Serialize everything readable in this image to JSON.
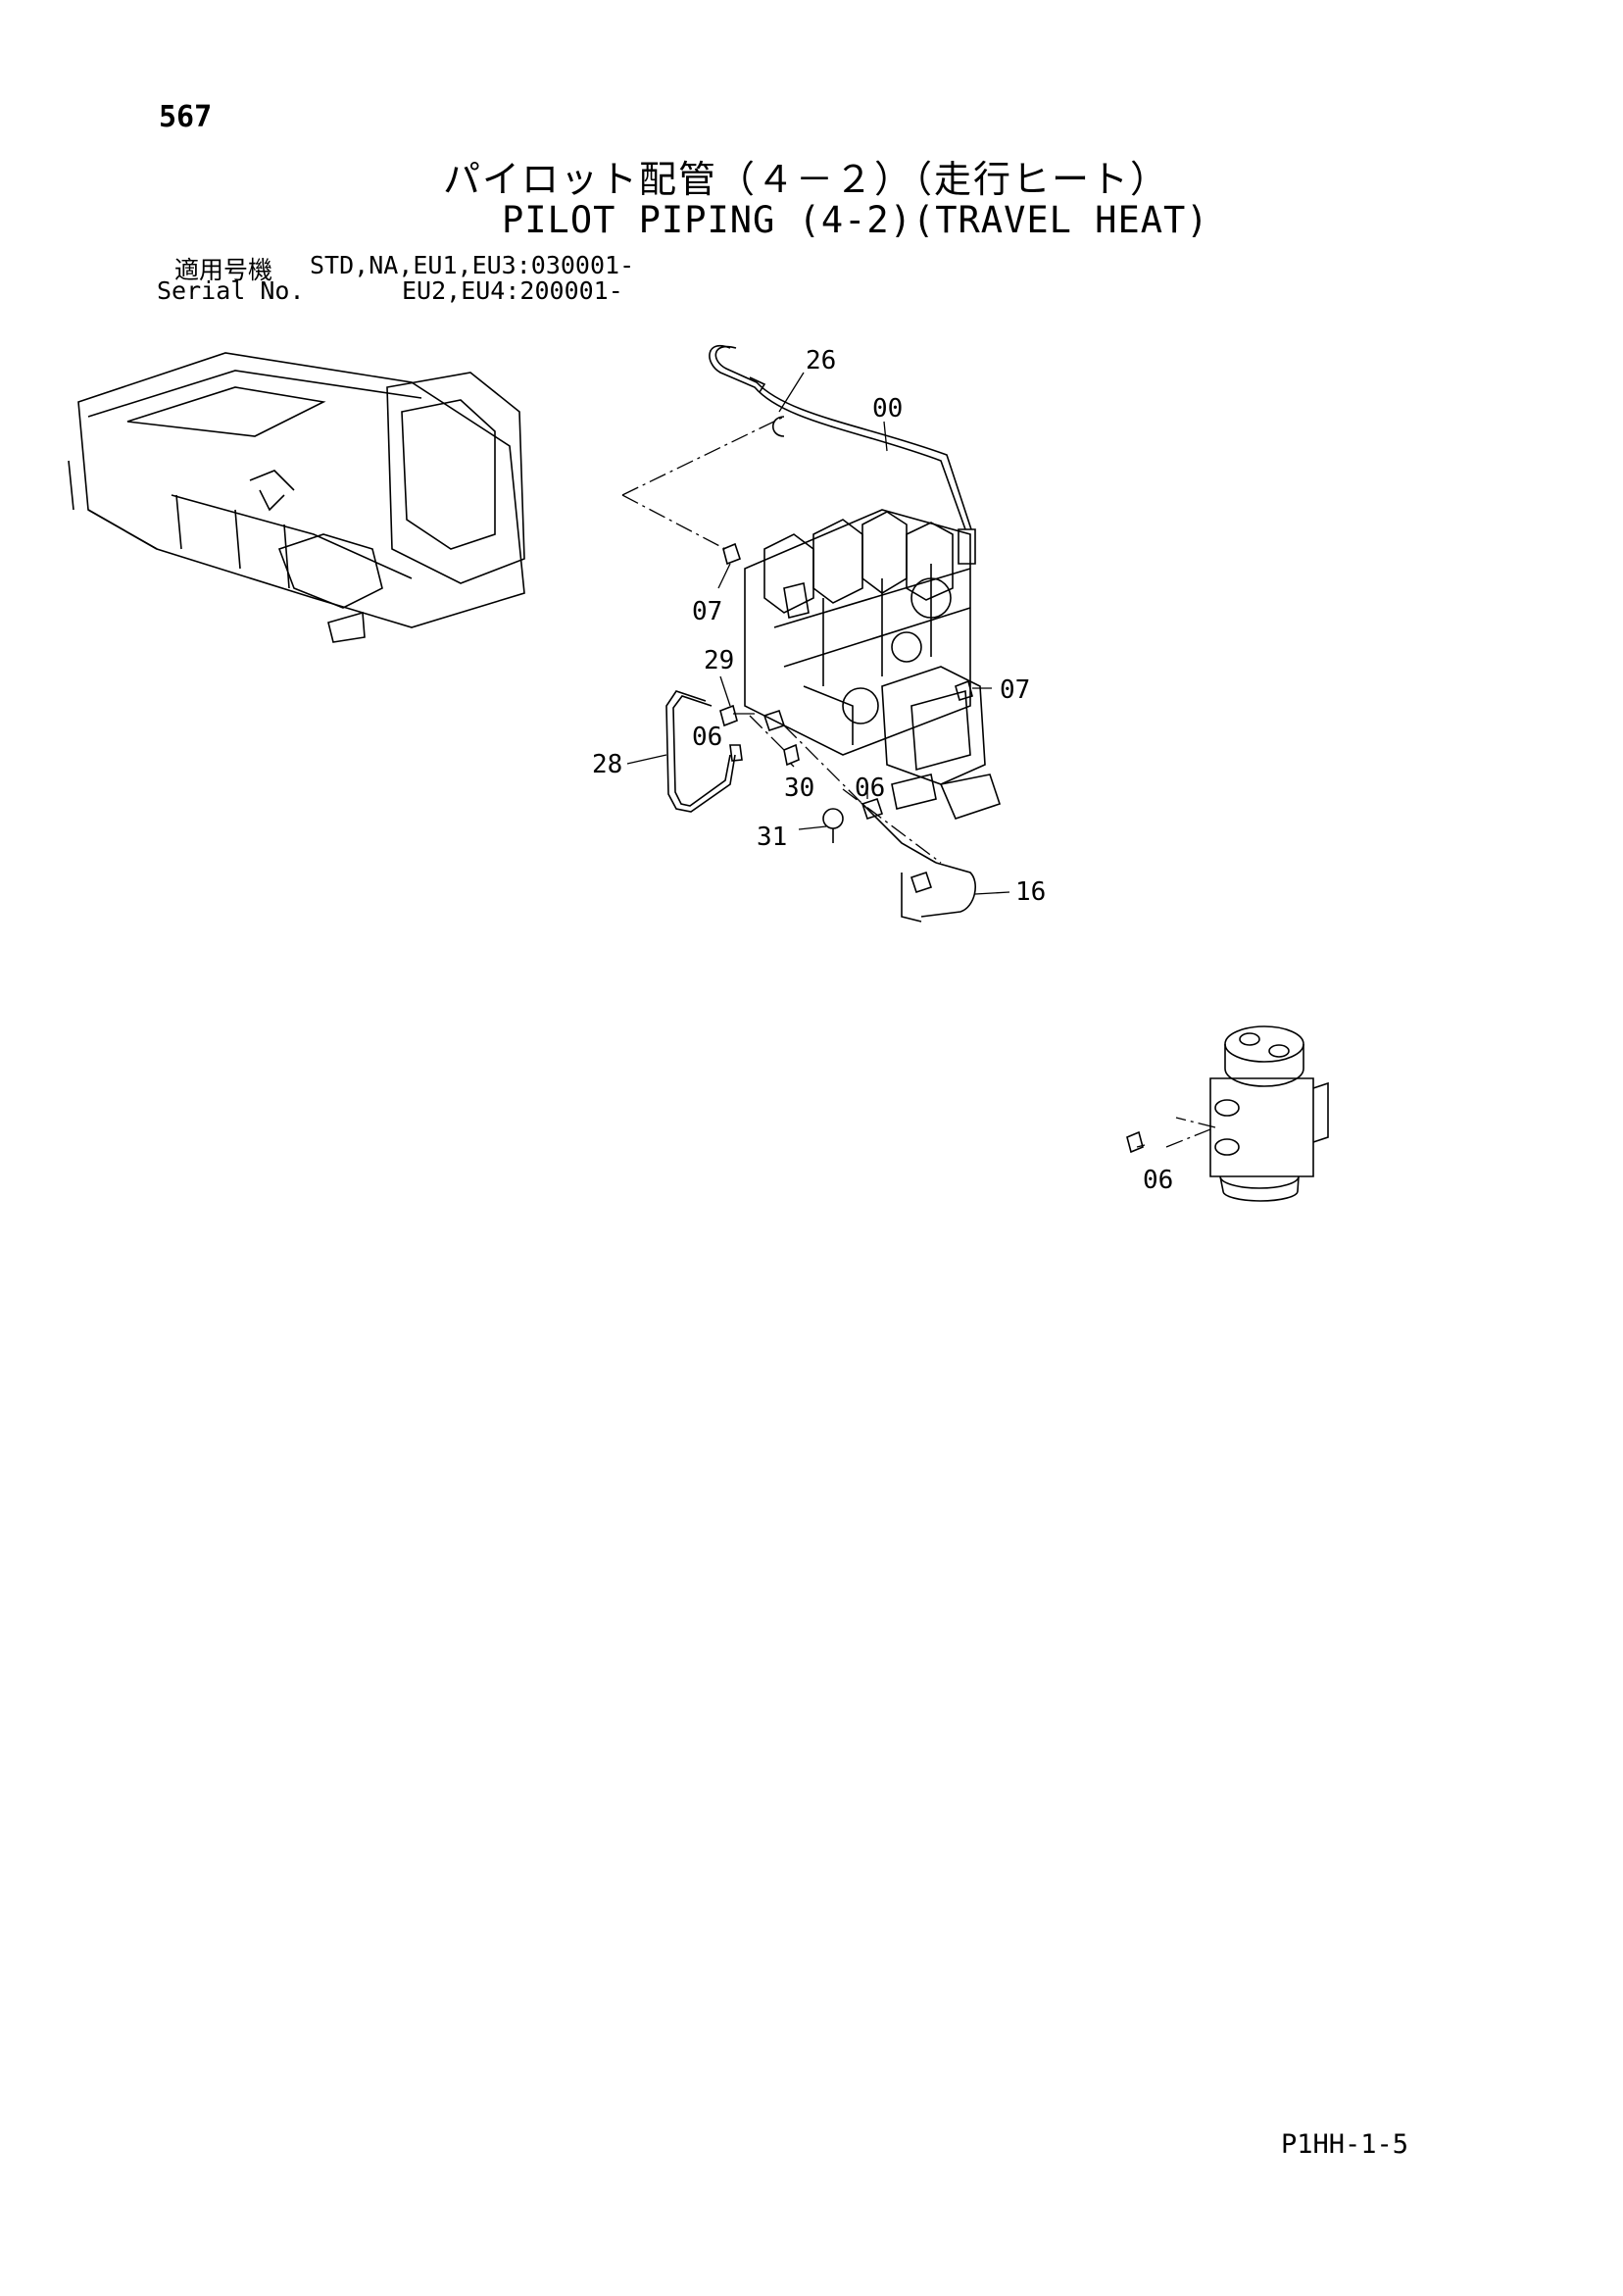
{
  "header": {
    "page_number": "567",
    "title_jp": "パイロット配管（４－２）（走行ヒート）",
    "title_en": "PILOT PIPING (4-2)(TRAVEL HEAT)",
    "serial_label_jp": "適用号機",
    "serial_label_en": "Serial No.",
    "serial_value_1": "STD,NA,EU1,EU3:030001-",
    "serial_value_2": "EU2,EU4:200001-"
  },
  "callouts": {
    "c26": "26",
    "c00": "00",
    "c07a": "07",
    "c29": "29",
    "c07b": "07",
    "c06a": "06",
    "c28": "28",
    "c30": "30",
    "c06b": "06",
    "c31": "31",
    "c16": "16",
    "c06c": "06"
  },
  "footer": {
    "doc_code": "P1HH-1-5"
  }
}
